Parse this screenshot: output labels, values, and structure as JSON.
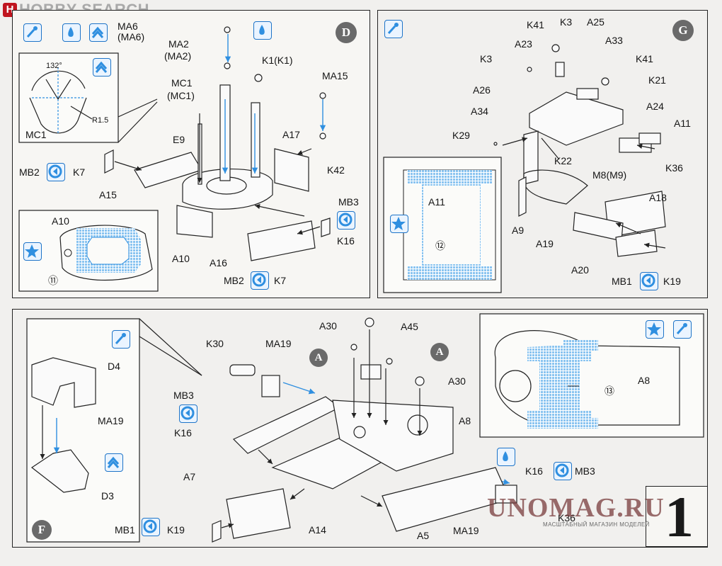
{
  "site": {
    "logo_mark": "H",
    "logo_text": "HOBBY SEARCH"
  },
  "watermark": {
    "title": "UNOMAG.RU",
    "subtitle": "МАСШТАБНЫЙ МАГАЗИН МОДЕЛЕЙ"
  },
  "step_number": "1",
  "panel_d": {
    "badge": "D",
    "detail": {
      "angle": "132°",
      "radius": "R1.5",
      "part": "MC1"
    },
    "labels": {
      "ma6": "MA6",
      "ma6_alt": "(MA6)",
      "ma2": "MA2",
      "ma2_alt": "(MA2)",
      "k1": "K1(K1)",
      "ma15": "MA15",
      "mc1": "MC1",
      "mc1_alt": "(MC1)",
      "e9": "E9",
      "a17": "A17",
      "k42": "K42",
      "mb2": "MB2",
      "k7": "K7",
      "a15": "A15",
      "mb3": "MB3",
      "k16": "K16",
      "a16": "A16",
      "a10": "A10",
      "a10_inset": "A10",
      "num11": "⑪",
      "mb2_b": "MB2",
      "k7_b": "K7"
    }
  },
  "panel_g": {
    "badge": "G",
    "labels": {
      "k41": "K41",
      "k3": "K3",
      "a25": "A25",
      "a23": "A23",
      "a33": "A33",
      "k3_b": "K3",
      "k41_b": "K41",
      "k21": "K21",
      "a26": "A26",
      "a24": "A24",
      "a34": "A34",
      "a11": "A11",
      "k29": "K29",
      "k22": "K22",
      "m8": "M8(M9)",
      "k36": "K36",
      "a11_inset": "A11",
      "num12": "⑫",
      "a18": "A18",
      "a9": "A9",
      "a19": "A19",
      "a20": "A20",
      "mb1": "MB1",
      "k19": "K19"
    }
  },
  "panel_f": {
    "badge": "F",
    "labels": {
      "d4": "D4",
      "ma19": "MA19",
      "d3": "D3",
      "k30": "K30",
      "ma19_b": "MA19",
      "a30": "A30",
      "a45": "A45",
      "a_ref": "A",
      "a_ref2": "A",
      "a30_b": "A30",
      "mb3": "MB3",
      "k16": "K16",
      "a8": "A8",
      "a8_inset": "A8",
      "num13": "⑬",
      "a7": "A7",
      "k16_b": "K16",
      "mb3_b": "MB3",
      "k36": "K36",
      "mb1": "MB1",
      "k19": "K19",
      "a14": "A14",
      "ma19_c": "MA19",
      "a5": "A5"
    }
  },
  "colors": {
    "blue": "#2f8fe0",
    "paint_blue": "#8ac4f0",
    "dark": "#222222",
    "badge_gray": "#6a6a6a"
  }
}
